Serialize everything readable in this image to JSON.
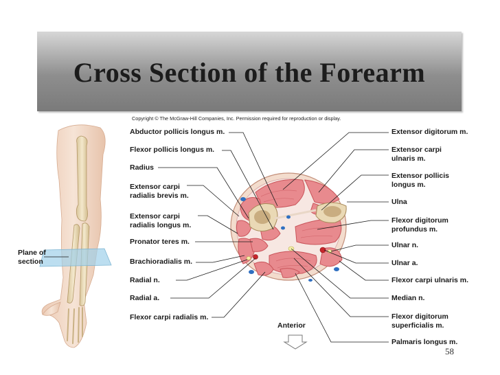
{
  "slide": {
    "title": "Cross Section of the Forearm",
    "copyright": "Copyright © The McGraw-Hill Companies, Inc. Permission required for reproduction or display.",
    "page_number": "58"
  },
  "labels": {
    "plane_of_section": "Plane of\nsection",
    "anterior": "Anterior",
    "left": [
      "Abductor pollicis longus m.",
      "Flexor pollicis longus m.",
      "Radius",
      "Extensor carpi\nradialis brevis m.",
      "Extensor carpi\nradialis longus m.",
      "Pronator teres m.",
      "Brachioradialis m.",
      "Radial n.",
      "Radial a.",
      "Flexor carpi radialis m."
    ],
    "right": [
      "Extensor digitorum m.",
      "Extensor carpi\nulnaris m.",
      "Extensor pollicis\nlongus m.",
      "Ulna",
      "Flexor digitorum\nprofundus m.",
      "Ulnar n.",
      "Ulnar a.",
      "Flexor carpi ulnaris m.",
      "Median n.",
      "Flexor digitorum\nsuperficialis m.",
      "Palmaris longus m."
    ]
  },
  "colors": {
    "muscle": "#e88a8e",
    "muscle_dark": "#c9545a",
    "fascia": "#f7e7e2",
    "bone": "#ead9b5",
    "marrow": "#c9ad80",
    "skin": "#f3dccd",
    "plane": "#9fd0ea",
    "vein": "#2f6fc1",
    "artery": "#c8262b",
    "nerve": "#f5f0a8"
  }
}
